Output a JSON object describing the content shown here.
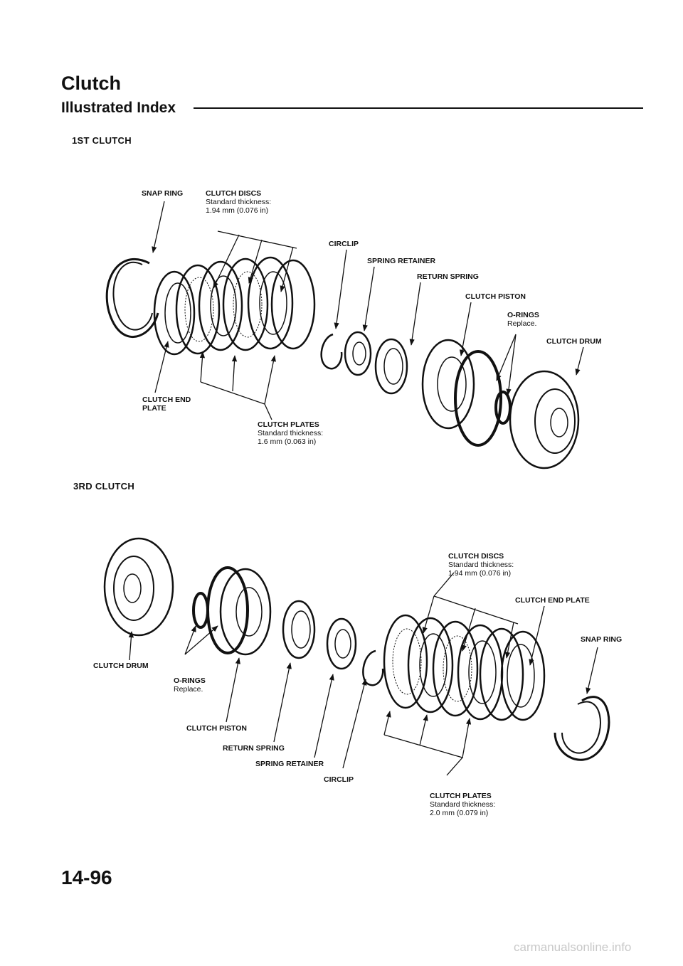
{
  "header": {
    "title": "Clutch",
    "subtitle": "Illustrated Index"
  },
  "first_clutch": {
    "section_label": "1ST CLUTCH",
    "labels": {
      "snap_ring": "SNAP RING",
      "clutch_discs": "CLUTCH DISCS",
      "clutch_discs_std": "Standard thickness:",
      "clutch_discs_value": "1.94 mm (0.076 in)",
      "circlip": "CIRCLIP",
      "spring_retainer": "SPRING RETAINER",
      "return_spring": "RETURN SPRING",
      "clutch_piston": "CLUTCH PISTON",
      "o_rings": "O-RINGS",
      "o_rings_note": "Replace.",
      "clutch_drum": "CLUTCH DRUM",
      "clutch_end_plate_1": "CLUTCH END",
      "clutch_end_plate_2": "PLATE",
      "clutch_plates": "CLUTCH PLATES",
      "clutch_plates_std": "Standard thickness:",
      "clutch_plates_value": "1.6 mm (0.063 in)"
    }
  },
  "third_clutch": {
    "section_label": "3RD CLUTCH",
    "labels": {
      "clutch_discs": "CLUTCH DISCS",
      "clutch_discs_std": "Standard thickness:",
      "clutch_discs_value": "1.94 mm (0.076 in)",
      "clutch_end_plate": "CLUTCH END PLATE",
      "snap_ring": "SNAP RING",
      "clutch_drum": "CLUTCH DRUM",
      "o_rings": "O-RINGS",
      "o_rings_note": "Replace.",
      "clutch_piston": "CLUTCH PISTON",
      "return_spring": "RETURN SPRING",
      "spring_retainer": "SPRING RETAINER",
      "circlip": "CIRCLIP",
      "clutch_plates": "CLUTCH PLATES",
      "clutch_plates_std": "Standard thickness:",
      "clutch_plates_value": "2.0 mm (0.079 in)"
    }
  },
  "footer": {
    "page_number": "14-96",
    "watermark": "carmanualsonline.info"
  }
}
